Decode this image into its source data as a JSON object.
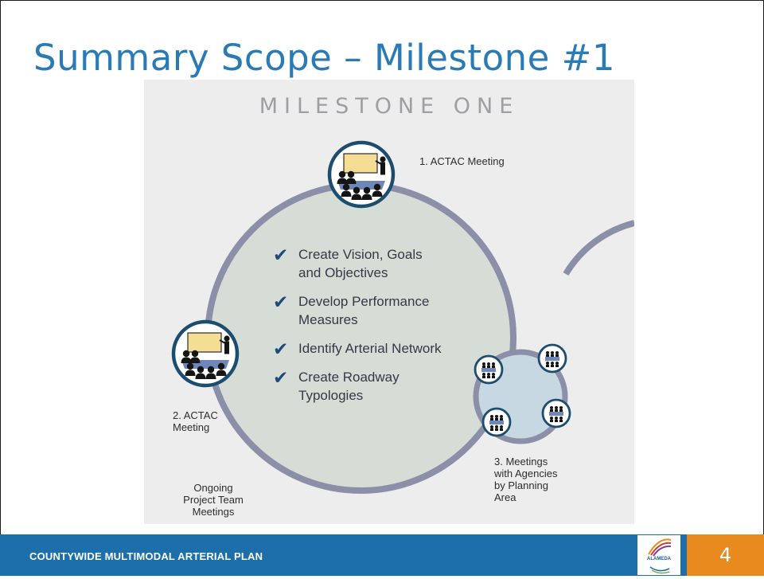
{
  "slide": {
    "title": "Summary Scope – Milestone #1",
    "footer": "COUNTYWIDE MULTIMODAL ARTERIAL PLAN",
    "page_number": "4",
    "logo_text": "ALAMEDA"
  },
  "diagram": {
    "heading": "MILESTONE ONE",
    "check_glyph": "✔",
    "tasks": [
      {
        "line1": "Create Vision, Goals",
        "line2": "and Objectives"
      },
      {
        "line1": "Develop Performance",
        "line2": "Measures"
      },
      {
        "line1": "Identify Arterial Network",
        "line2": ""
      },
      {
        "line1": "Create Roadway",
        "line2": "Typologies"
      }
    ],
    "labels": {
      "meeting1": "1. ACTAC Meeting",
      "meeting2_line1": "2. ACTAC",
      "meeting2_line2": "Meeting",
      "meeting3_line1": "3. Meetings",
      "meeting3_line2": "with Agencies",
      "meeting3_line3": "by Planning",
      "meeting3_line4": "Area",
      "ongoing_line1": "Ongoing",
      "ongoing_line2": "Project Team",
      "ongoing_line3": "Meetings"
    }
  },
  "colors": {
    "title": "#2a7ab5",
    "footer_bar": "#1d6fab",
    "page_box": "#e98a1e",
    "ring": "#8c8fa8",
    "circle_fill": "#d6ddd6",
    "icon_border": "#1c4c6e",
    "screen": "#f5dd94",
    "table": "#6e86b8"
  }
}
